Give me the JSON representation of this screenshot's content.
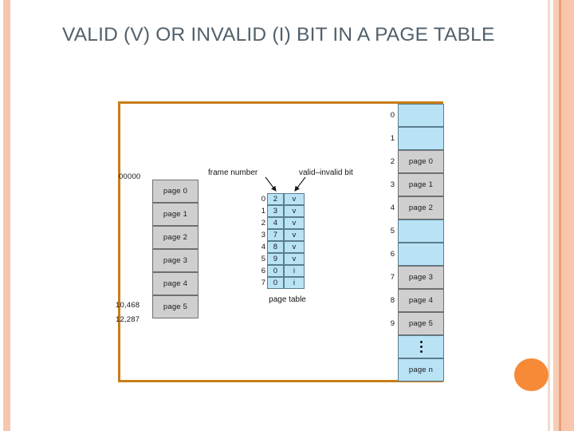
{
  "slide": {
    "title": "VALID (V) OR INVALID (I) BIT IN A PAGE TABLE",
    "title_color": "#51606b",
    "background": "#ffffff",
    "accent_orange": "#f68a37",
    "frame_border_color": "#c87d18",
    "stripe_colors": [
      "#f7c6ae",
      "#f2dacb",
      "#f8cdb5",
      "#e8a077",
      "#f9c6ab"
    ]
  },
  "figure": {
    "logical_memory": {
      "address_top": "00000",
      "address_mid": "10,468",
      "address_bottom": "12,287",
      "rows": [
        {
          "label": "page 0"
        },
        {
          "label": "page 1"
        },
        {
          "label": "page 2"
        },
        {
          "label": "page 3"
        },
        {
          "label": "page 4"
        },
        {
          "label": "page 5"
        }
      ]
    },
    "page_table": {
      "caption": "page table",
      "label_frame_number": "frame number",
      "label_valid_bit": "valid–invalid bit",
      "rows": [
        {
          "index": "0",
          "frame": "2",
          "valid": "v"
        },
        {
          "index": "1",
          "frame": "3",
          "valid": "v"
        },
        {
          "index": "2",
          "frame": "4",
          "valid": "v"
        },
        {
          "index": "3",
          "frame": "7",
          "valid": "v"
        },
        {
          "index": "4",
          "frame": "8",
          "valid": "v"
        },
        {
          "index": "5",
          "frame": "9",
          "valid": "v"
        },
        {
          "index": "6",
          "frame": "0",
          "valid": "i"
        },
        {
          "index": "7",
          "frame": "0",
          "valid": "i"
        }
      ]
    },
    "physical_memory": {
      "rows": [
        {
          "index": "0",
          "label": "",
          "filled": false
        },
        {
          "index": "1",
          "label": "",
          "filled": false
        },
        {
          "index": "2",
          "label": "page 0",
          "filled": true
        },
        {
          "index": "3",
          "label": "page 1",
          "filled": true
        },
        {
          "index": "4",
          "label": "page 2",
          "filled": true
        },
        {
          "index": "5",
          "label": "",
          "filled": false
        },
        {
          "index": "6",
          "label": "",
          "filled": false
        },
        {
          "index": "7",
          "label": "page 3",
          "filled": true
        },
        {
          "index": "8",
          "label": "page 4",
          "filled": true
        },
        {
          "index": "9",
          "label": "page 5",
          "filled": true
        },
        {
          "index": "",
          "label": "⋮",
          "filled": false,
          "dots": true
        },
        {
          "index": "",
          "label": "page n",
          "filled": false,
          "italic_last": true
        }
      ]
    }
  }
}
